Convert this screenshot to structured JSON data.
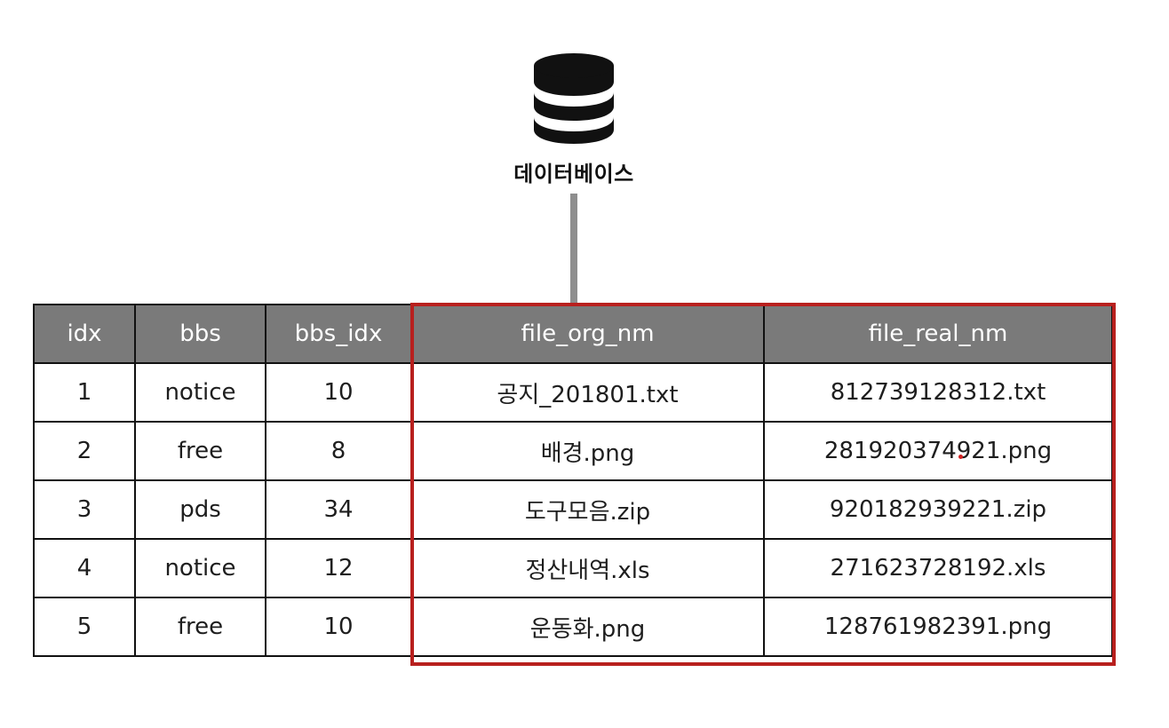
{
  "database": {
    "icon": "database-icon",
    "label": "데이터베이스"
  },
  "table": {
    "columns": [
      "idx",
      "bbs",
      "bbs_idx",
      "file_org_nm",
      "file_real_nm"
    ],
    "rows": [
      [
        "1",
        "notice",
        "10",
        "공지_201801.txt",
        "812739128312.txt"
      ],
      [
        "2",
        "free",
        "8",
        "배경.png",
        "281920374921.png"
      ],
      [
        "3",
        "pds",
        "34",
        "도구모음.zip",
        "920182939221.zip"
      ],
      [
        "4",
        "notice",
        "12",
        "정산내역.xls",
        "271623728192.xls"
      ],
      [
        "5",
        "free",
        "10",
        "운동화.png",
        "128761982391.png"
      ]
    ]
  },
  "colors": {
    "header_bg": "#7a7a7a",
    "highlight": "#b8201e",
    "connector": "#8e8e8e"
  }
}
